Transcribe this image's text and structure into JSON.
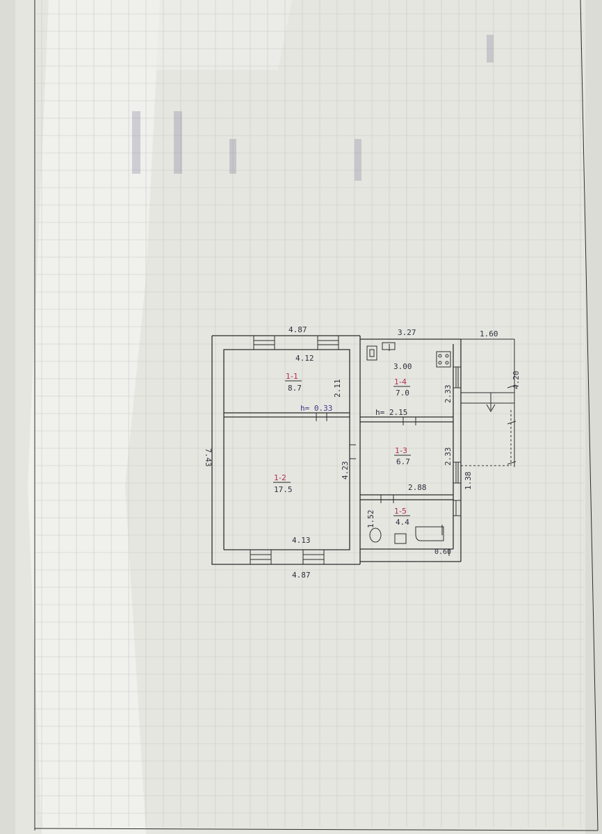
{
  "plan": {
    "outer": {
      "top_length": "4.87",
      "bottom_length": "4.87",
      "left_length": "7.43",
      "right_top_length": "3.27",
      "porch_width": "1.60",
      "porch_height": "4.20"
    },
    "rooms": [
      {
        "id": "1-1",
        "area": "8.7",
        "width": "4.12",
        "height": "2.11"
      },
      {
        "id": "1-2",
        "area": "17.5",
        "width": "4.13",
        "height": "4.23"
      },
      {
        "id": "1-3",
        "area": "6.7",
        "width": "2.88",
        "height": "2.33"
      },
      {
        "id": "1-4",
        "area": "7.0",
        "width": "3.00",
        "height": "2.33"
      },
      {
        "id": "1-5",
        "area": "4.4",
        "height": "1.52",
        "door": "0.60"
      }
    ],
    "heights": {
      "left": "h= 0.33",
      "right": "h= 2.15"
    },
    "extra": {
      "side_dim": "1.38"
    }
  }
}
